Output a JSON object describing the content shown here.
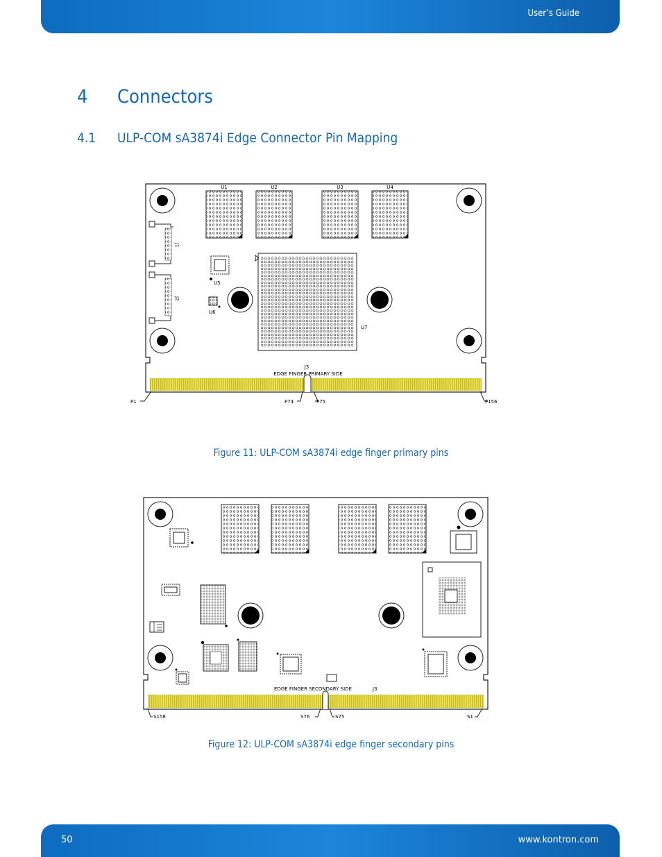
{
  "header": {
    "guide_label": "User’s Guide"
  },
  "chapter": {
    "number": "4",
    "title": "Connectors"
  },
  "section": {
    "number": "4.1",
    "title": "ULP-COM sA3874i Edge Connector Pin Mapping"
  },
  "figure_primary": {
    "caption": "Figure 11: ULP-COM sA3874i edge finger primary pins",
    "chip_labels": {
      "u1": "U1",
      "u2": "U2",
      "u3": "U3",
      "u4": "U4",
      "u5": "U5",
      "u6": "U6",
      "u7": "U7"
    },
    "connector_labels": {
      "j1": "J1",
      "j2": "J2",
      "j3": "J3"
    },
    "edge_label": "EDGE FINGER PRIMARY SIDE",
    "pin_labels": {
      "p1": "P1",
      "p74": "P74",
      "p75": "P75",
      "p156": "P156"
    }
  },
  "figure_secondary": {
    "caption": "Figure 12: ULP-COM sA3874i edge finger secondary pins",
    "edge_label": "EDGE FINGER SECONDARY SIDE",
    "connector_label": "J3",
    "pin_labels": {
      "s158": "S158",
      "s76": "S76",
      "s75": "S75",
      "s1": "S1"
    }
  },
  "footer": {
    "page_number": "50",
    "website": "www.kontron.com"
  }
}
